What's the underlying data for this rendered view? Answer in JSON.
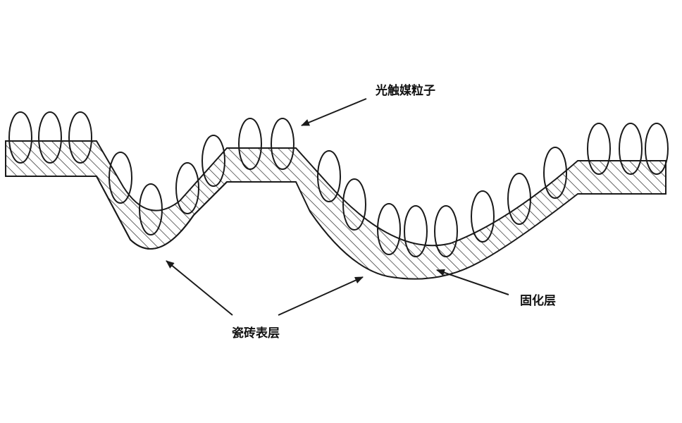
{
  "labels": {
    "particles": "光触媒粒子",
    "tile_surface": "瓷砖表层",
    "cured_layer": "固化层"
  },
  "colors": {
    "line": "#1a1a1a",
    "background": "#ffffff"
  }
}
